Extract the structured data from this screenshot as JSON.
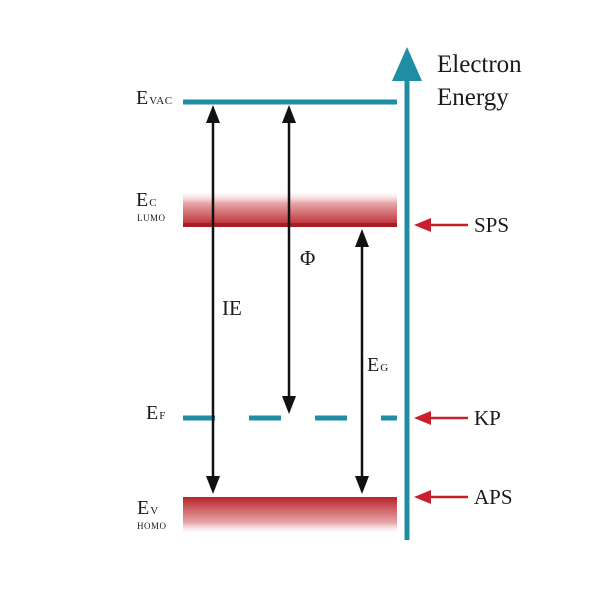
{
  "colors": {
    "teal": "#1f8ea3",
    "band_red": "#b8232a",
    "pointer_red": "#c8202a",
    "arrow_black": "#111111"
  },
  "axis": {
    "title_line1": "Electron",
    "title_line2": "Energy"
  },
  "levels": {
    "vac": {
      "main": "E",
      "sub": "VAC"
    },
    "c": {
      "main": "E",
      "sub": "C",
      "note": "LUMO"
    },
    "f": {
      "main": "E",
      "sub": "F"
    },
    "v": {
      "main": "E",
      "sub": "V",
      "note": "HOMO"
    }
  },
  "arrows": {
    "ie": "IE",
    "phi": "Φ",
    "eg": {
      "main": "E",
      "sub": "G"
    }
  },
  "pointers": {
    "sps": "SPS",
    "kp": "KP",
    "aps": "APS"
  }
}
